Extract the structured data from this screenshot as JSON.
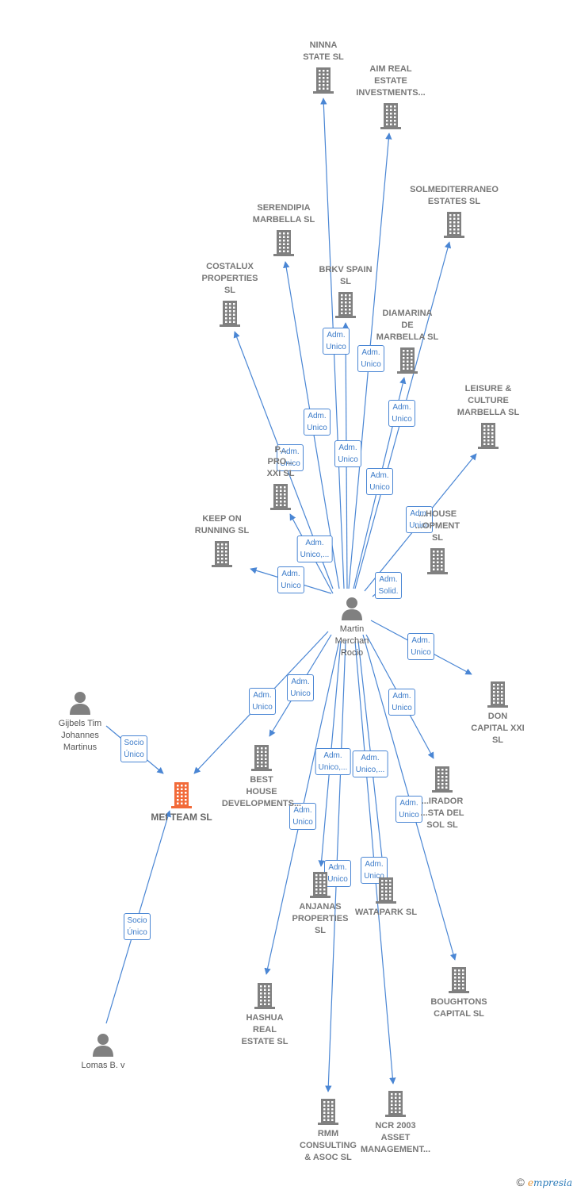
{
  "colors": {
    "edge": "#4a86d4",
    "building": "#808080",
    "building_highlight": "#f26b3a",
    "person": "#808080",
    "label": "#777777"
  },
  "nodes": [
    {
      "id": "ninna",
      "type": "company",
      "label": "NINNA\nSTATE  SL"
    },
    {
      "id": "aim",
      "type": "company",
      "label": "AIM REAL\nESTATE\nINVESTMENTS..."
    },
    {
      "id": "solmed",
      "type": "company",
      "label": "SOLMEDITERRANEO\nESTATES  SL"
    },
    {
      "id": "serendipia",
      "type": "company",
      "label": "SERENDIPIA\nMARBELLA  SL"
    },
    {
      "id": "brkv",
      "type": "company",
      "label": "BRKV SPAIN\nSL"
    },
    {
      "id": "costalux",
      "type": "company",
      "label": "COSTALUX\nPROPERTIES\nSL"
    },
    {
      "id": "diamarina",
      "type": "company",
      "label": "DIAMARINA\nDE\nMARBELLA  SL"
    },
    {
      "id": "leisure",
      "type": "company",
      "label": "LEISURE &\nCULTURE\nMARBELLA  SL"
    },
    {
      "id": "prop_xxi",
      "type": "company",
      "label": "P...\nPRO...\nXXI  SL"
    },
    {
      "id": "keep",
      "type": "company",
      "label": "KEEP ON\nRUNNING  SL"
    },
    {
      "id": "house_dev",
      "type": "company",
      "label": "...HOUSE\n...OPMENT\nSL"
    },
    {
      "id": "martin",
      "type": "person",
      "label": "Martin\nMerchan\nRocio"
    },
    {
      "id": "don",
      "type": "company",
      "label": "DON\nCAPITAL XXI\nSL"
    },
    {
      "id": "gijbels",
      "type": "person",
      "label": "Gijbels Tim\nJohannes\nMartinus"
    },
    {
      "id": "best",
      "type": "company",
      "label": "BEST\nHOUSE\nDEVELOPMENTS..."
    },
    {
      "id": "mei",
      "type": "company",
      "highlight": true,
      "label": "MEI TEAM  SL"
    },
    {
      "id": "mirador",
      "type": "company",
      "label": "...IRADOR\n...STA DEL\nSOL  SL"
    },
    {
      "id": "anjanas",
      "type": "company",
      "label": "ANJANAS\nPROPERTIES\nSL"
    },
    {
      "id": "watapark",
      "type": "company",
      "label": "WATAPARK  SL"
    },
    {
      "id": "boughtons",
      "type": "company",
      "label": "BOUGHTONS\nCAPITAL  SL"
    },
    {
      "id": "hashua",
      "type": "company",
      "label": "HASHUA\nREAL\nESTATE  SL"
    },
    {
      "id": "lomas",
      "type": "person",
      "label": "Lomas B. v"
    },
    {
      "id": "rmm",
      "type": "company",
      "label": "RMM\nCONSULTING\n& ASOC  SL"
    },
    {
      "id": "ncr",
      "type": "company",
      "label": "NCR 2003\nASSET\nMANAGEMENT..."
    }
  ],
  "edges": [
    {
      "from": "martin",
      "to": "ninna",
      "label": "Adm.\nUnico"
    },
    {
      "from": "martin",
      "to": "aim",
      "label": "Adm.\nUnico"
    },
    {
      "from": "martin",
      "to": "solmed",
      "label": "Adm.\nUnico"
    },
    {
      "from": "martin",
      "to": "serendipia",
      "label": "Adm.\nUnico"
    },
    {
      "from": "martin",
      "to": "brkv",
      "label": "Adm.\nUnico"
    },
    {
      "from": "martin",
      "to": "costalux",
      "label": "Adm.\nUnico"
    },
    {
      "from": "martin",
      "to": "diamarina",
      "label": "Adm.\nUnico"
    },
    {
      "from": "martin",
      "to": "leisure",
      "label": "Adm.\nUnico"
    },
    {
      "from": "martin",
      "to": "prop_xxi",
      "label": "Adm.\nUnico,..."
    },
    {
      "from": "martin",
      "to": "keep",
      "label": "Adm.\nUnico"
    },
    {
      "from": "martin",
      "to": "house_dev",
      "label": "Adm.\nSolid."
    },
    {
      "from": "martin",
      "to": "don",
      "label": "Adm.\nUnico"
    },
    {
      "from": "martin",
      "to": "best",
      "label": "Adm.\nUnico"
    },
    {
      "from": "martin",
      "to": "mei",
      "label": "Adm.\nUnico"
    },
    {
      "from": "martin",
      "to": "mirador",
      "label": "Adm.\nUnico"
    },
    {
      "from": "martin",
      "to": "anjanas",
      "label": "Adm.\nUnico,..."
    },
    {
      "from": "martin",
      "to": "watapark",
      "label": "Adm.\nUnico,..."
    },
    {
      "from": "martin",
      "to": "boughtons",
      "label": "Adm.\nUnico"
    },
    {
      "from": "martin",
      "to": "hashua",
      "label": "Adm.\nUnico"
    },
    {
      "from": "martin",
      "to": "rmm",
      "label": "Adm.\nUnico"
    },
    {
      "from": "martin",
      "to": "ncr",
      "label": "Adm.\nUnico"
    },
    {
      "from": "gijbels",
      "to": "mei",
      "label": "Socio\nÚnico"
    },
    {
      "from": "lomas",
      "to": "mei",
      "label": "Socio\nÚnico"
    }
  ],
  "brand": {
    "copyright": "©",
    "name_initial": "e",
    "name_rest": "mpresia"
  }
}
